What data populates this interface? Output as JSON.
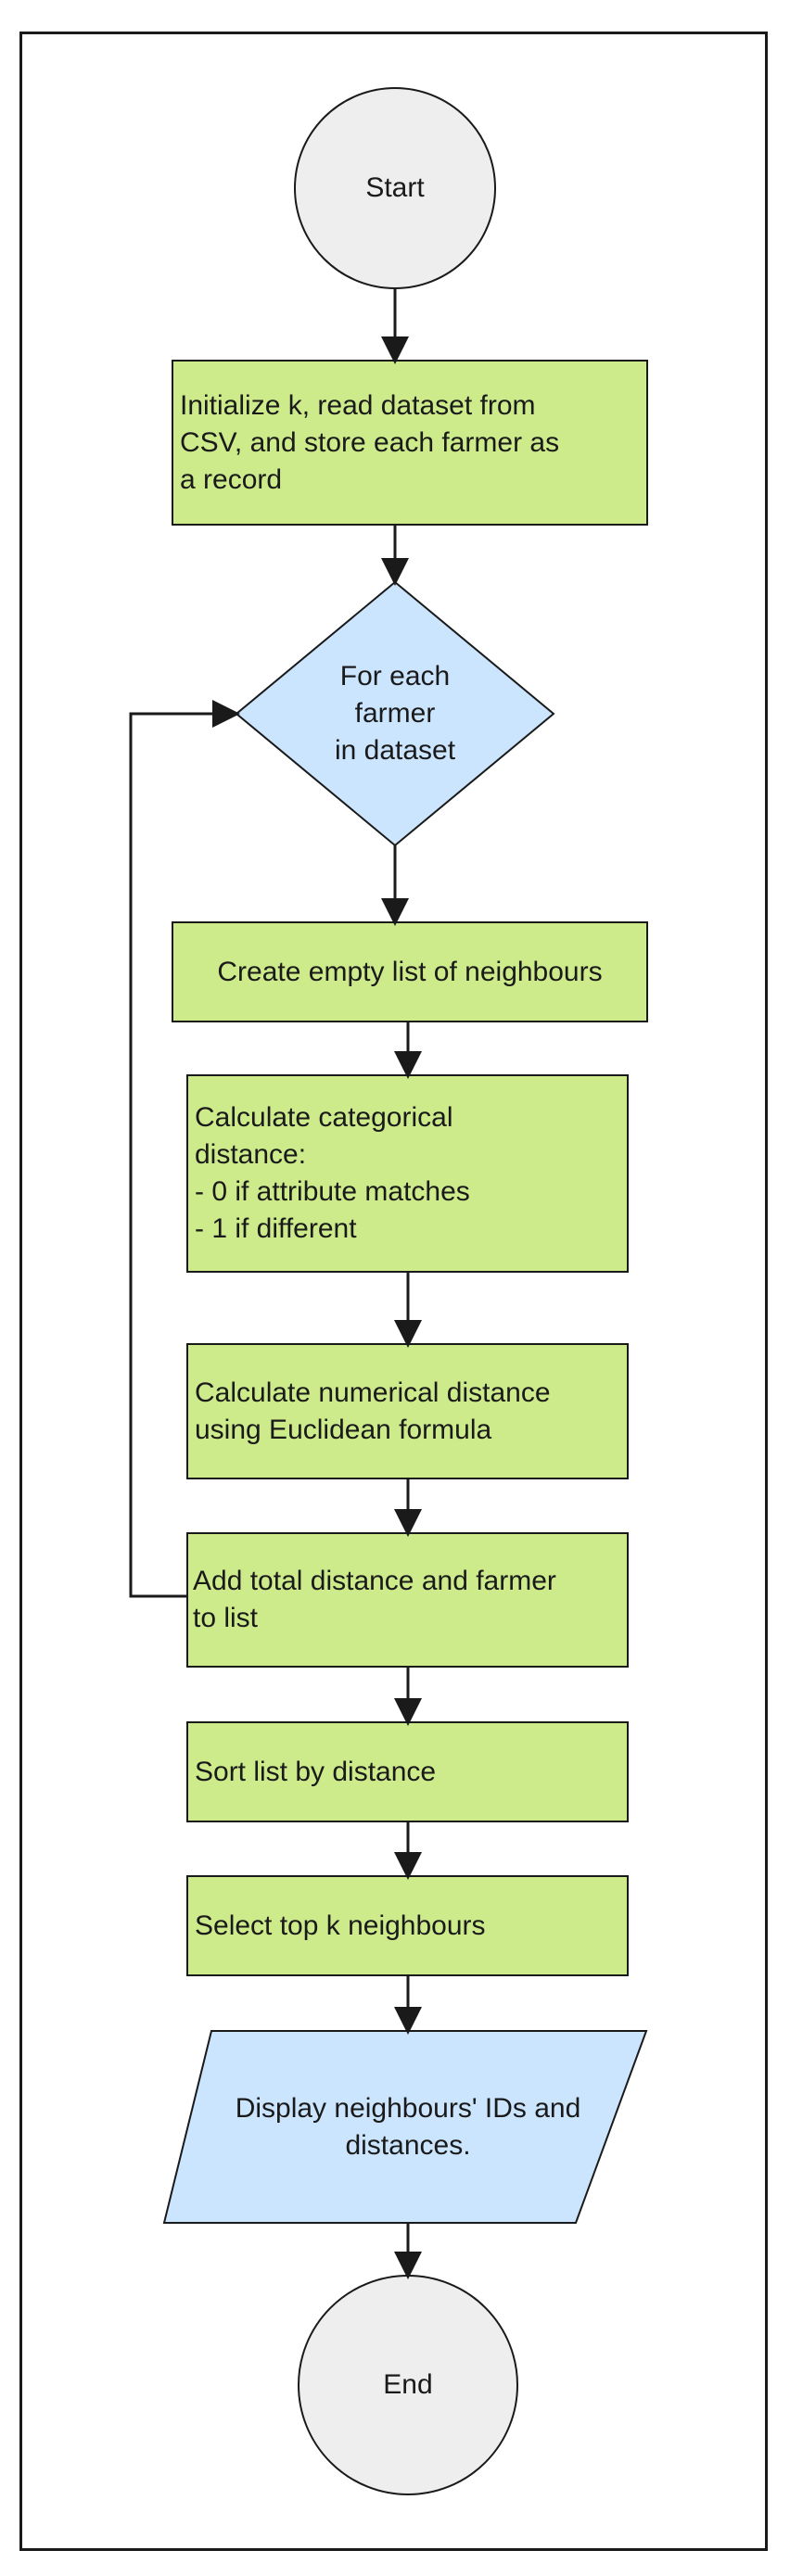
{
  "diagram": {
    "start": "Start",
    "init": "Initialize k, read dataset from\nCSV, and store each farmer as\na record",
    "loop": "For each\nfarmer\nin dataset",
    "create_list": "Create empty list of neighbours",
    "categorical": "Calculate categorical\ndistance:\n- 0 if attribute matches\n- 1 if different",
    "numerical": "Calculate numerical distance\nusing Euclidean formula",
    "add_total": "Add total distance and farmer\nto list",
    "sort": "Sort list by distance",
    "select": "Select top k neighbours",
    "display": "Display neighbours' IDs and\ndistances.",
    "end": "End"
  },
  "colors": {
    "terminal_fill": "#eeeeee",
    "process_fill": "#cdeb8b",
    "decision_fill": "#cce5ff",
    "io_fill": "#cce5ff",
    "stroke": "#1a1a1a"
  }
}
